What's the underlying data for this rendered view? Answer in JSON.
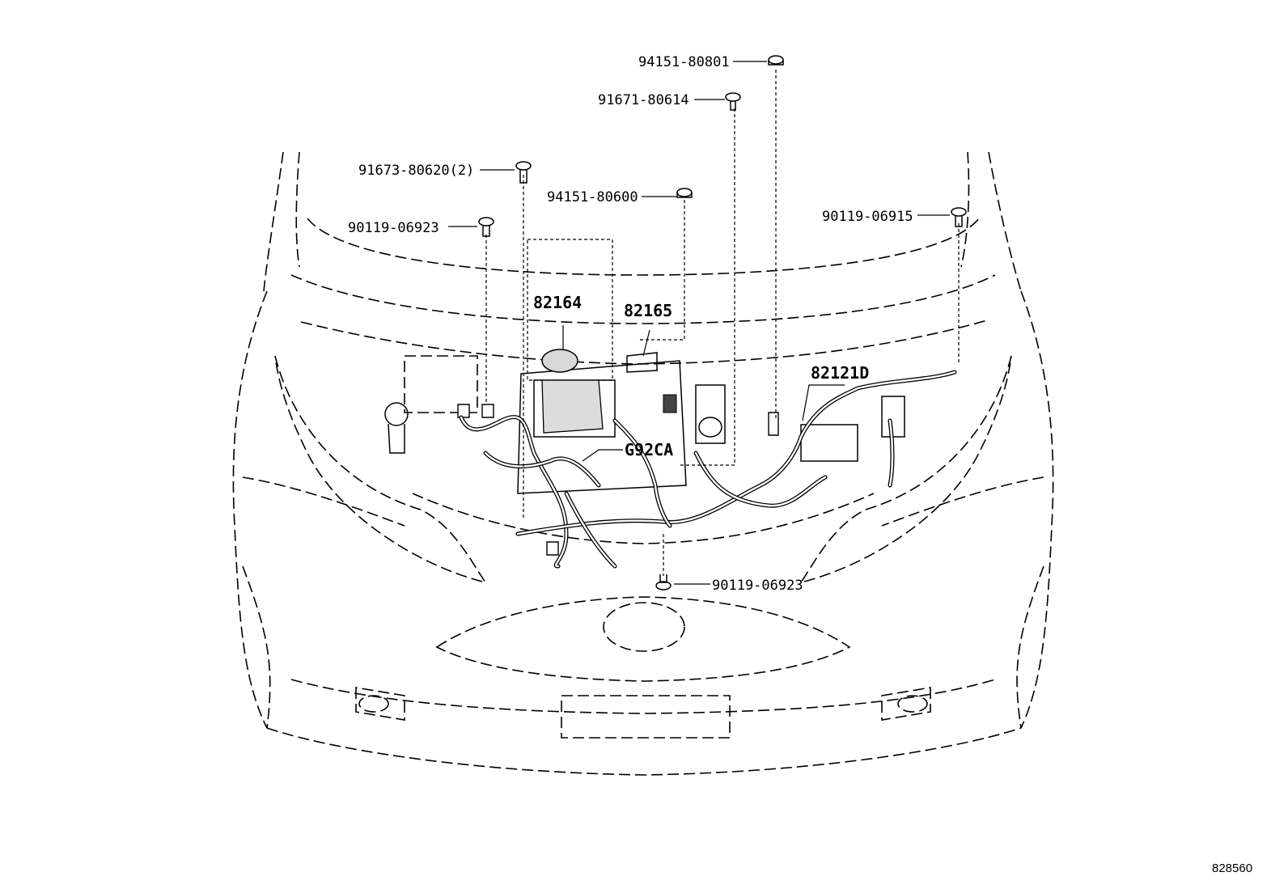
{
  "parts": [
    {
      "id": "p1",
      "number": "94151-80801"
    },
    {
      "id": "p2",
      "number": "91671-80614"
    },
    {
      "id": "p3",
      "number": "91673-80620(2)"
    },
    {
      "id": "p4",
      "number": "94151-80600"
    },
    {
      "id": "p5",
      "number": "90119-06923"
    },
    {
      "id": "p6",
      "number": "90119-06915"
    },
    {
      "id": "p7",
      "number": "82164"
    },
    {
      "id": "p8",
      "number": "82165"
    },
    {
      "id": "p9",
      "number": "82121D"
    },
    {
      "id": "p10",
      "number": "G92CA"
    },
    {
      "id": "p11",
      "number": "90119-06923"
    }
  ],
  "figure_number": "828560"
}
